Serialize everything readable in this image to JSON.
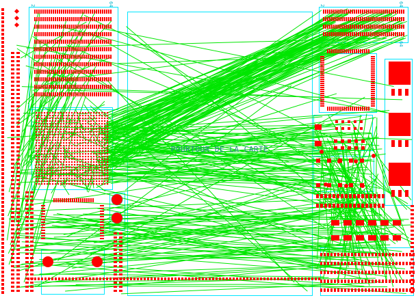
{
  "diagram": {
    "board_outline_label": "POURTOUR DE LA CARTE",
    "refs": [
      "2",
      "64",
      "2",
      "64",
      "64"
    ],
    "colors": {
      "background": "#ffffff",
      "pad": "#ff0000",
      "silkscreen": "#00e5ff",
      "ratsnest": "#00e600",
      "outline_text": "#2a8a8a"
    }
  }
}
